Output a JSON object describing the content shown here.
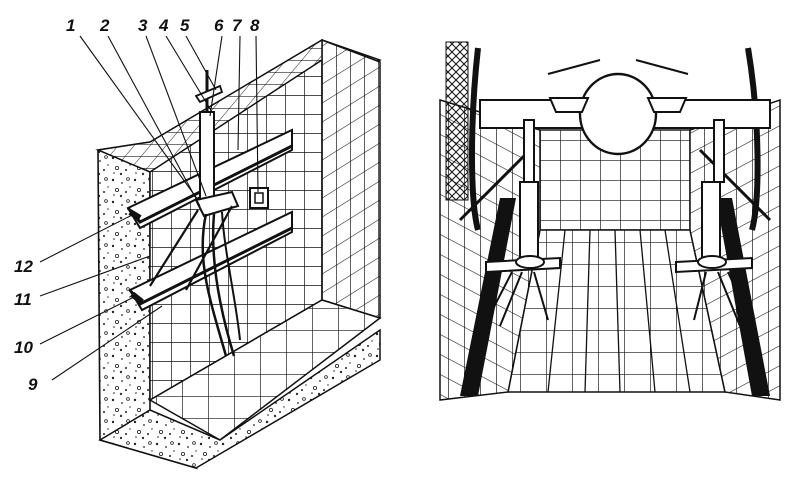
{
  "figure": {
    "left_panel": {
      "callouts": [
        {
          "id": "1",
          "label": "1"
        },
        {
          "id": "2",
          "label": "2"
        },
        {
          "id": "3",
          "label": "3"
        },
        {
          "id": "4",
          "label": "4"
        },
        {
          "id": "5",
          "label": "5"
        },
        {
          "id": "6",
          "label": "6"
        },
        {
          "id": "7",
          "label": "7"
        },
        {
          "id": "8",
          "label": "8"
        },
        {
          "id": "9",
          "label": "9"
        },
        {
          "id": "10",
          "label": "10"
        },
        {
          "id": "11",
          "label": "11"
        },
        {
          "id": "12",
          "label": "12"
        }
      ]
    },
    "ink_color": "#111111",
    "paper_color": "#ffffff"
  }
}
